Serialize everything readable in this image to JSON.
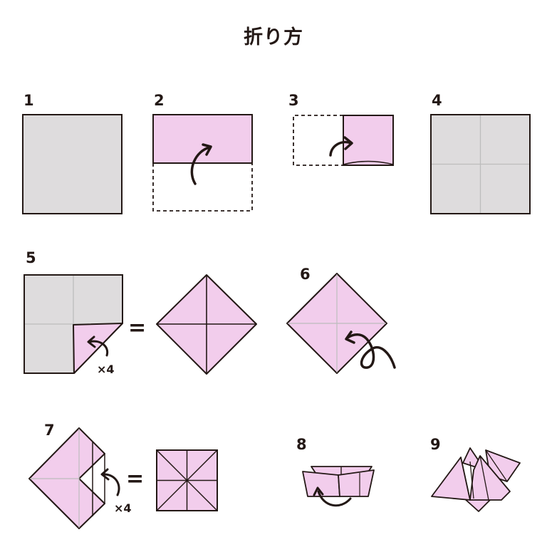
{
  "title": "折り方",
  "colors": {
    "gray": "#dedcdd",
    "pink": "#f2cdec",
    "outline": "#231815",
    "crease": "#bdbdbd",
    "background": "#ffffff"
  },
  "steps": [
    {
      "label": "1"
    },
    {
      "label": "2"
    },
    {
      "label": "3"
    },
    {
      "label": "4"
    },
    {
      "label": "5",
      "repeat": "×4",
      "equals": "="
    },
    {
      "label": "6"
    },
    {
      "label": "7",
      "repeat": "×4",
      "equals": "="
    },
    {
      "label": "8"
    },
    {
      "label": "9"
    }
  ]
}
